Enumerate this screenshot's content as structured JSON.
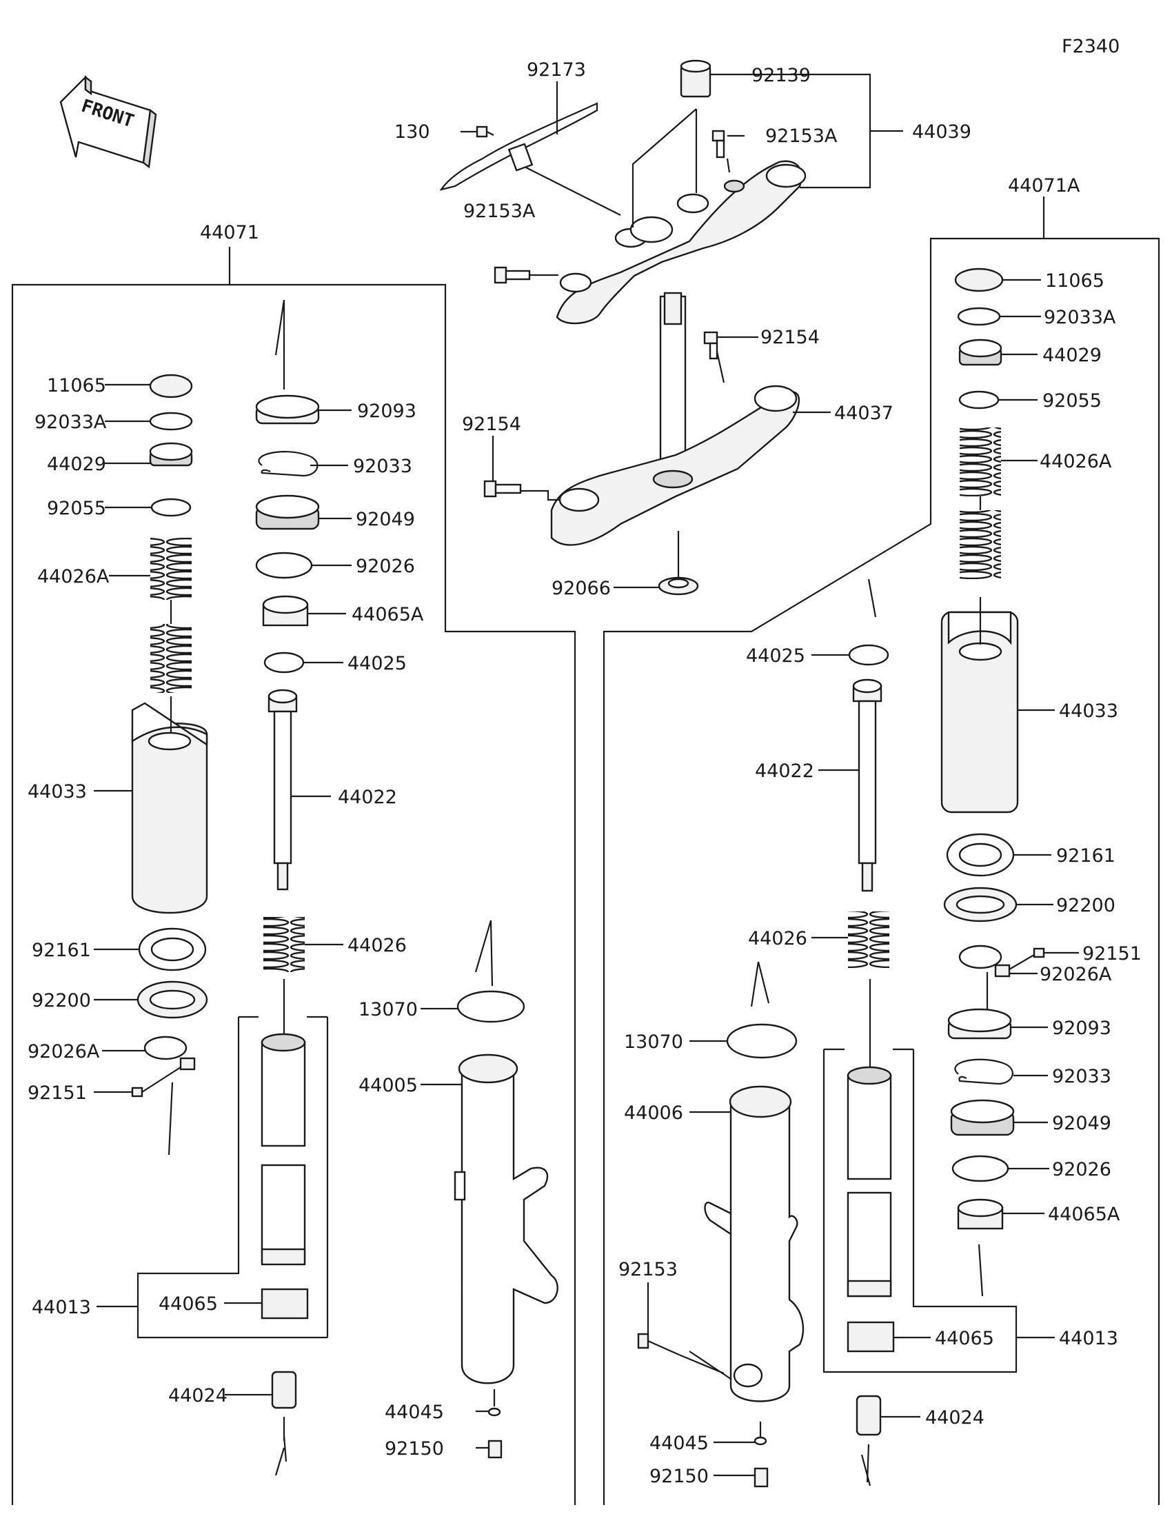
{
  "figure_code": "F2340",
  "front_label": "FRONT",
  "labels": {
    "t92173": "92173",
    "t92139": "92139",
    "t130": "130",
    "t92153A_top": "92153A",
    "t44039": "44039",
    "t92153A_left": "92153A",
    "t92154_right": "92154",
    "t44037": "44037",
    "t92154_left": "92154",
    "t92066": "92066",
    "t44071": "44071",
    "t44071A": "44071A",
    "L_11065": "11065",
    "L_92033A": "92033A",
    "L_44029": "44029",
    "L_92055": "92055",
    "L_44026A": "44026A",
    "L_44033": "44033",
    "L_92161": "92161",
    "L_92200": "92200",
    "L_92026A": "92026A",
    "L_92151": "92151",
    "L_44013": "44013",
    "L_44065": "44065",
    "L_44024": "44024",
    "L_92093": "92093",
    "L_92033": "92033",
    "L_92049": "92049",
    "L_92026": "92026",
    "L_44065A": "44065A",
    "L_44025": "44025",
    "L_44022": "44022",
    "L_44026": "44026",
    "L_13070": "13070",
    "L_44005": "44005",
    "L_44045": "44045",
    "L_92150": "92150",
    "R_11065": "11065",
    "R_92033A": "92033A",
    "R_44029": "44029",
    "R_92055": "92055",
    "R_44026A": "44026A",
    "R_44033": "44033",
    "R_92161": "92161",
    "R_92200": "92200",
    "R_92151": "92151",
    "R_92026A": "92026A",
    "R_92093": "92093",
    "R_92033": "92033",
    "R_92049": "92049",
    "R_92026": "92026",
    "R_44065A": "44065A",
    "R_44065": "44065",
    "R_44013": "44013",
    "R_44024": "44024",
    "R_44025": "44025",
    "R_44022": "44022",
    "R_44026": "44026",
    "R_13070": "13070",
    "R_44006": "44006",
    "R_92153": "92153",
    "R_44045": "44045",
    "R_92150": "92150"
  }
}
